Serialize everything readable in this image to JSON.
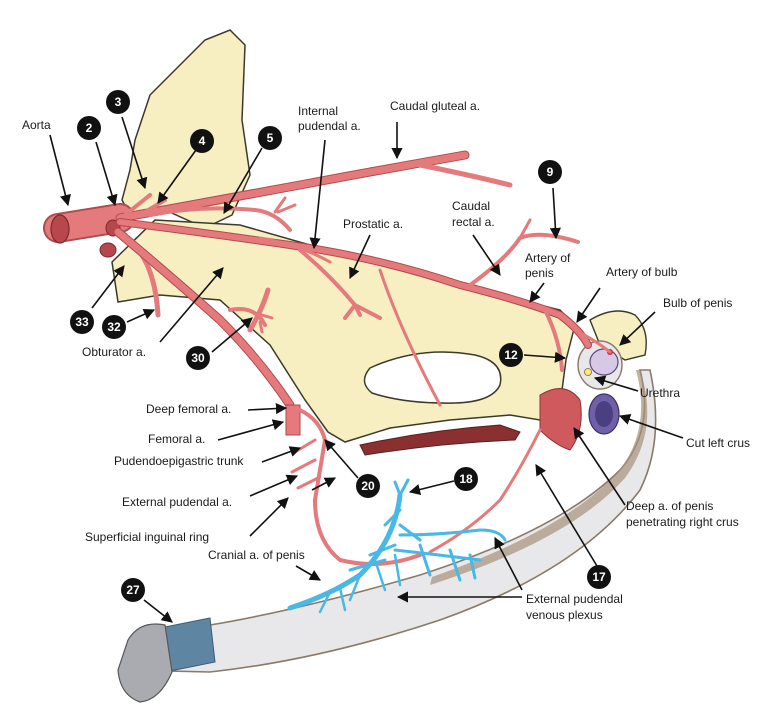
{
  "labels": {
    "aorta": "Aorta",
    "caudal_gluteal": "Caudal gluteal a.",
    "internal_pudendal_1": "Internal",
    "internal_pudendal_2": "pudendal a.",
    "prostatic": "Prostatic a.",
    "caudal_rectal_1": "Caudal",
    "caudal_rectal_2": "rectal a.",
    "artery_of_penis_1": "Artery of",
    "artery_of_penis_2": "penis",
    "artery_of_bulb": "Artery of bulb",
    "bulb_of_penis": "Bulb of penis",
    "obturator": "Obturator a.",
    "urethra": "Urethra",
    "cut_left_crus": "Cut left crus",
    "deep_femoral": "Deep femoral a.",
    "femoral": "Femoral a.",
    "pudendoepigastric": "Pudendoepigastric trunk",
    "external_pudendal": "External pudendal a.",
    "deep_a_penis_1": "Deep a. of penis",
    "deep_a_penis_2": "penetrating right crus",
    "superficial_inguinal": "Superficial inguinal ring",
    "cranial_a_penis": "Cranial a. of penis",
    "ext_pud_venous_1": "External pudendal",
    "ext_pud_venous_2": "venous plexus"
  },
  "markers": {
    "m2": "2",
    "m3": "3",
    "m4": "4",
    "m5": "5",
    "m9": "9",
    "m12": "12",
    "m17": "17",
    "m18": "18",
    "m20": "20",
    "m27": "27",
    "m30": "30",
    "m32": "32",
    "m33": "33"
  },
  "colors": {
    "bone": "#f7efc2",
    "bone_outline": "#3a3a2a",
    "artery": "#e47a7c",
    "artery_dark": "#b04a4e",
    "vein": "#48b8e6",
    "penis_body": "#e8e8ea",
    "penis_outline": "#8a7a68",
    "glans_band": "#5e86a3",
    "glans": "#a9abb0",
    "marker": "#111111"
  }
}
